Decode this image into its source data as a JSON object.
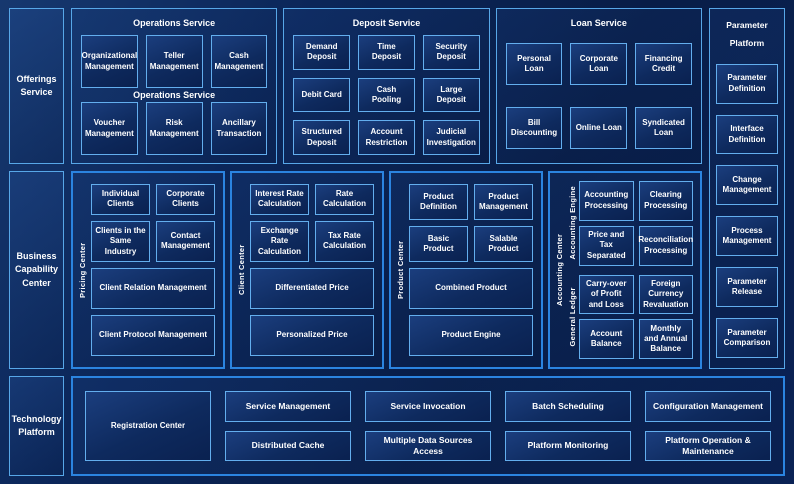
{
  "colors": {
    "background": "#0a2255",
    "panel_border_light": "#57a7e8",
    "panel_border_bright": "#2b84e0",
    "box_border": "#63aeee",
    "box_fill_top": "#1b3e7e",
    "box_fill_bottom": "#0a2150",
    "text": "#ffffff"
  },
  "rails": {
    "offerings": "Offerings Service",
    "business": "Business Capability Center",
    "technology": "Technology Platform"
  },
  "operations": {
    "title": "Operations Service",
    "subtitle": "Operations Service",
    "items": [
      "Organizational Management",
      "Teller Management",
      "Cash Management",
      "Voucher Management",
      "Risk Management",
      "Ancillary Transaction"
    ]
  },
  "deposit": {
    "title": "Deposit Service",
    "items": [
      "Demand Deposit",
      "Time Deposit",
      "Security Deposit",
      "Debit Card",
      "Cash Pooling",
      "Large Deposit",
      "Structured Deposit",
      "Account Restriction",
      "Judicial Investigation"
    ]
  },
  "loan": {
    "title": "Loan Service",
    "items": [
      "Personal Loan",
      "Corporate Loan",
      "Financing Credit",
      "Bill Discounting",
      "Online Loan",
      "Syndicated Loan"
    ]
  },
  "parameter_platform": {
    "title": "Parameter Platform",
    "items": [
      "Parameter Definition",
      "Interface Definition",
      "Change Management",
      "Process Management",
      "Parameter Release",
      "Parameter Comparison"
    ]
  },
  "pricing_center": {
    "label": "Pricing Center",
    "items": [
      "Individual Clients",
      "Corporate Clients",
      "Clients in the Same Industry",
      "Contact Management"
    ],
    "wide_items": [
      "Client Relation Management",
      "Client Protocol Management"
    ]
  },
  "client_center": {
    "label": "Client Center",
    "items": [
      "Interest Rate Calculation",
      "Rate Calculation",
      "Exchange Rate Calculation",
      "Tax Rate Calculation"
    ],
    "wide_items": [
      "Differentiated Price",
      "Personalized Price"
    ]
  },
  "product_center": {
    "label": "Product Center",
    "items": [
      "Product Definition",
      "Product Management",
      "Basic Product",
      "Salable Product"
    ],
    "wide_items": [
      "Combined Product",
      "Product Engine"
    ]
  },
  "accounting_center": {
    "label": "Accounting Center",
    "engine_label": "Accounting Engine",
    "engine_items": [
      "Accounting Processing",
      "Clearing Processing",
      "Price and Tax Separated",
      "Reconciliation Processing"
    ],
    "ledger_label": "General Ledger",
    "ledger_items": [
      "Carry-over of Profit and Loss",
      "Foreign Currency Revaluation",
      "Account Balance",
      "Monthly and Annual Balance"
    ]
  },
  "technology_platform": {
    "registration": "Registration Center",
    "row1": [
      "Service Management",
      "Service Invocation",
      "Batch Scheduling",
      "Configuration Management"
    ],
    "row2": [
      "Distributed Cache",
      "Multiple Data Sources Access",
      "Platform Monitoring",
      "Platform Operation & Maintenance"
    ]
  }
}
